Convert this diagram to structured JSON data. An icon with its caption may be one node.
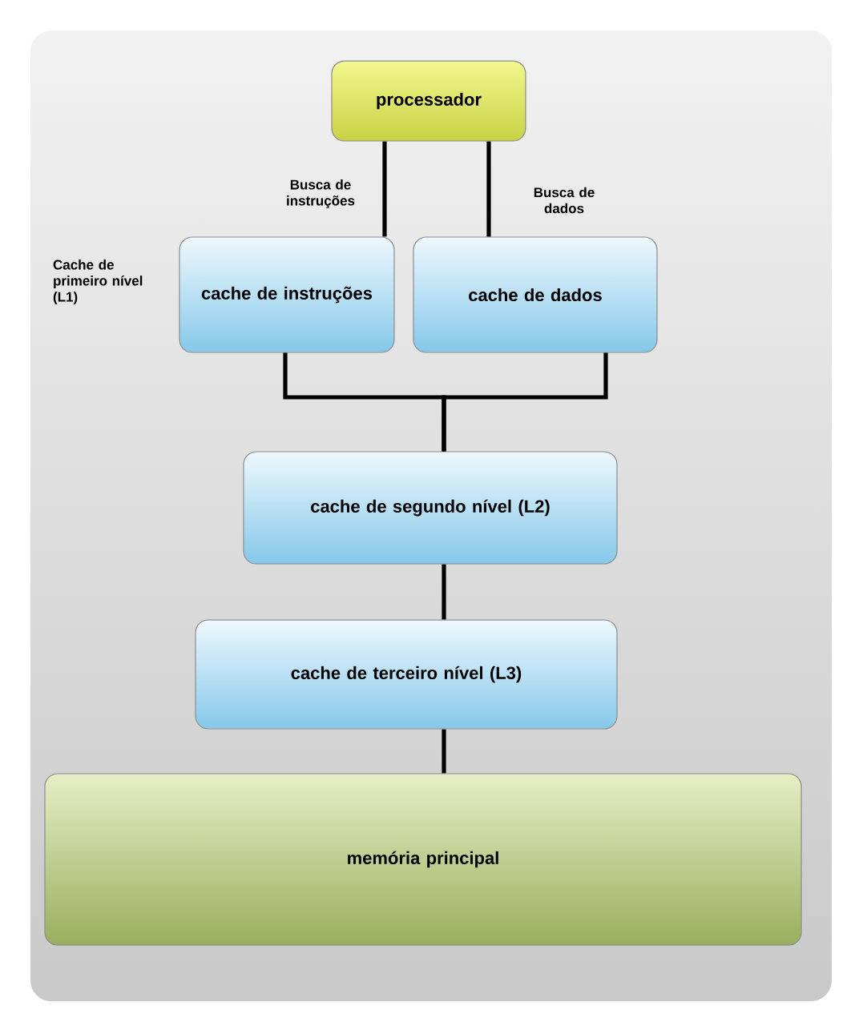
{
  "diagram": {
    "nodes": [
      {
        "text": [
          "processador"
        ]
      },
      {
        "text": [
          "cache de instruções"
        ]
      },
      {
        "text": [
          "cache de dados"
        ]
      },
      {
        "text": [
          "cache de segundo nível (L2)"
        ]
      },
      {
        "text": [
          "cache de terceiro nível (L3)"
        ]
      },
      {
        "text": [
          "memória principal"
        ]
      }
    ],
    "edges": [
      {
        "from": 0,
        "to": 1,
        "arrow": "none",
        "label": "Busca de instruções"
      },
      {
        "from": 0,
        "to": 2,
        "arrow": "none",
        "label": "Busca de dados"
      },
      {
        "from": 1,
        "to": 3,
        "arrow": "none"
      },
      {
        "from": 2,
        "to": 3,
        "arrow": "none"
      },
      {
        "from": 3,
        "to": 4,
        "arrow": "none"
      },
      {
        "from": 4,
        "to": 5,
        "arrow": "none"
      }
    ],
    "labels": [
      "Cache de primeiro nível (L1)"
    ]
  }
}
